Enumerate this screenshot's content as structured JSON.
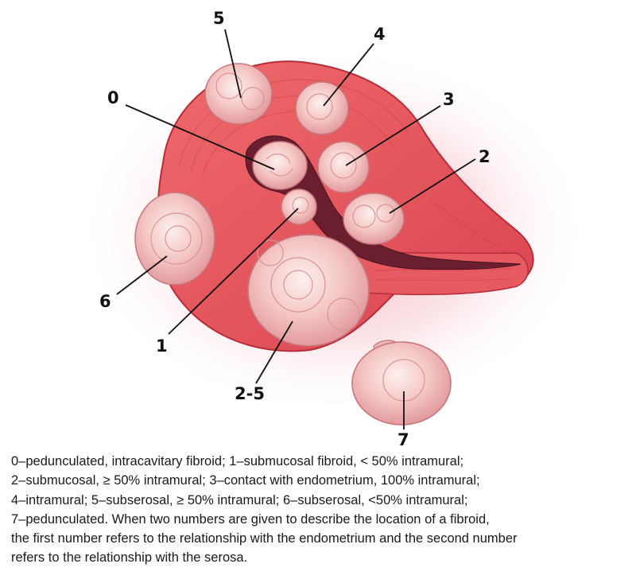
{
  "diagram": {
    "labels": {
      "l0": "0",
      "l1": "1",
      "l2": "2",
      "l3": "3",
      "l4": "4",
      "l5": "5",
      "l6": "6",
      "l7": "7",
      "l25": "2-5"
    },
    "colors": {
      "muscle": "#e8535a",
      "muscle_dark": "#c23442",
      "cavity": "#6b1f2e",
      "fibroid": "#f3c1bf",
      "fibroid_light": "#fbe6e4",
      "glow": "#f0a0ac"
    }
  },
  "caption": {
    "lines": [
      "0–pedunculated, intracavitary fibroid; 1–submucosal fibroid, < 50% intramural;",
      "2–submucosal, ≥ 50% intramural; 3–contact with endometrium, 100% intramural;",
      "4–intramural;  5–subserosal, ≥ 50% intramural; 6–subserosal, <50% intramural;",
      "7–pedunculated. When two numbers are given to describe the location of a fibroid,",
      "the first number refers to the relationship with the endometrium and the second number",
      "refers to the relationship with the serosa."
    ]
  }
}
